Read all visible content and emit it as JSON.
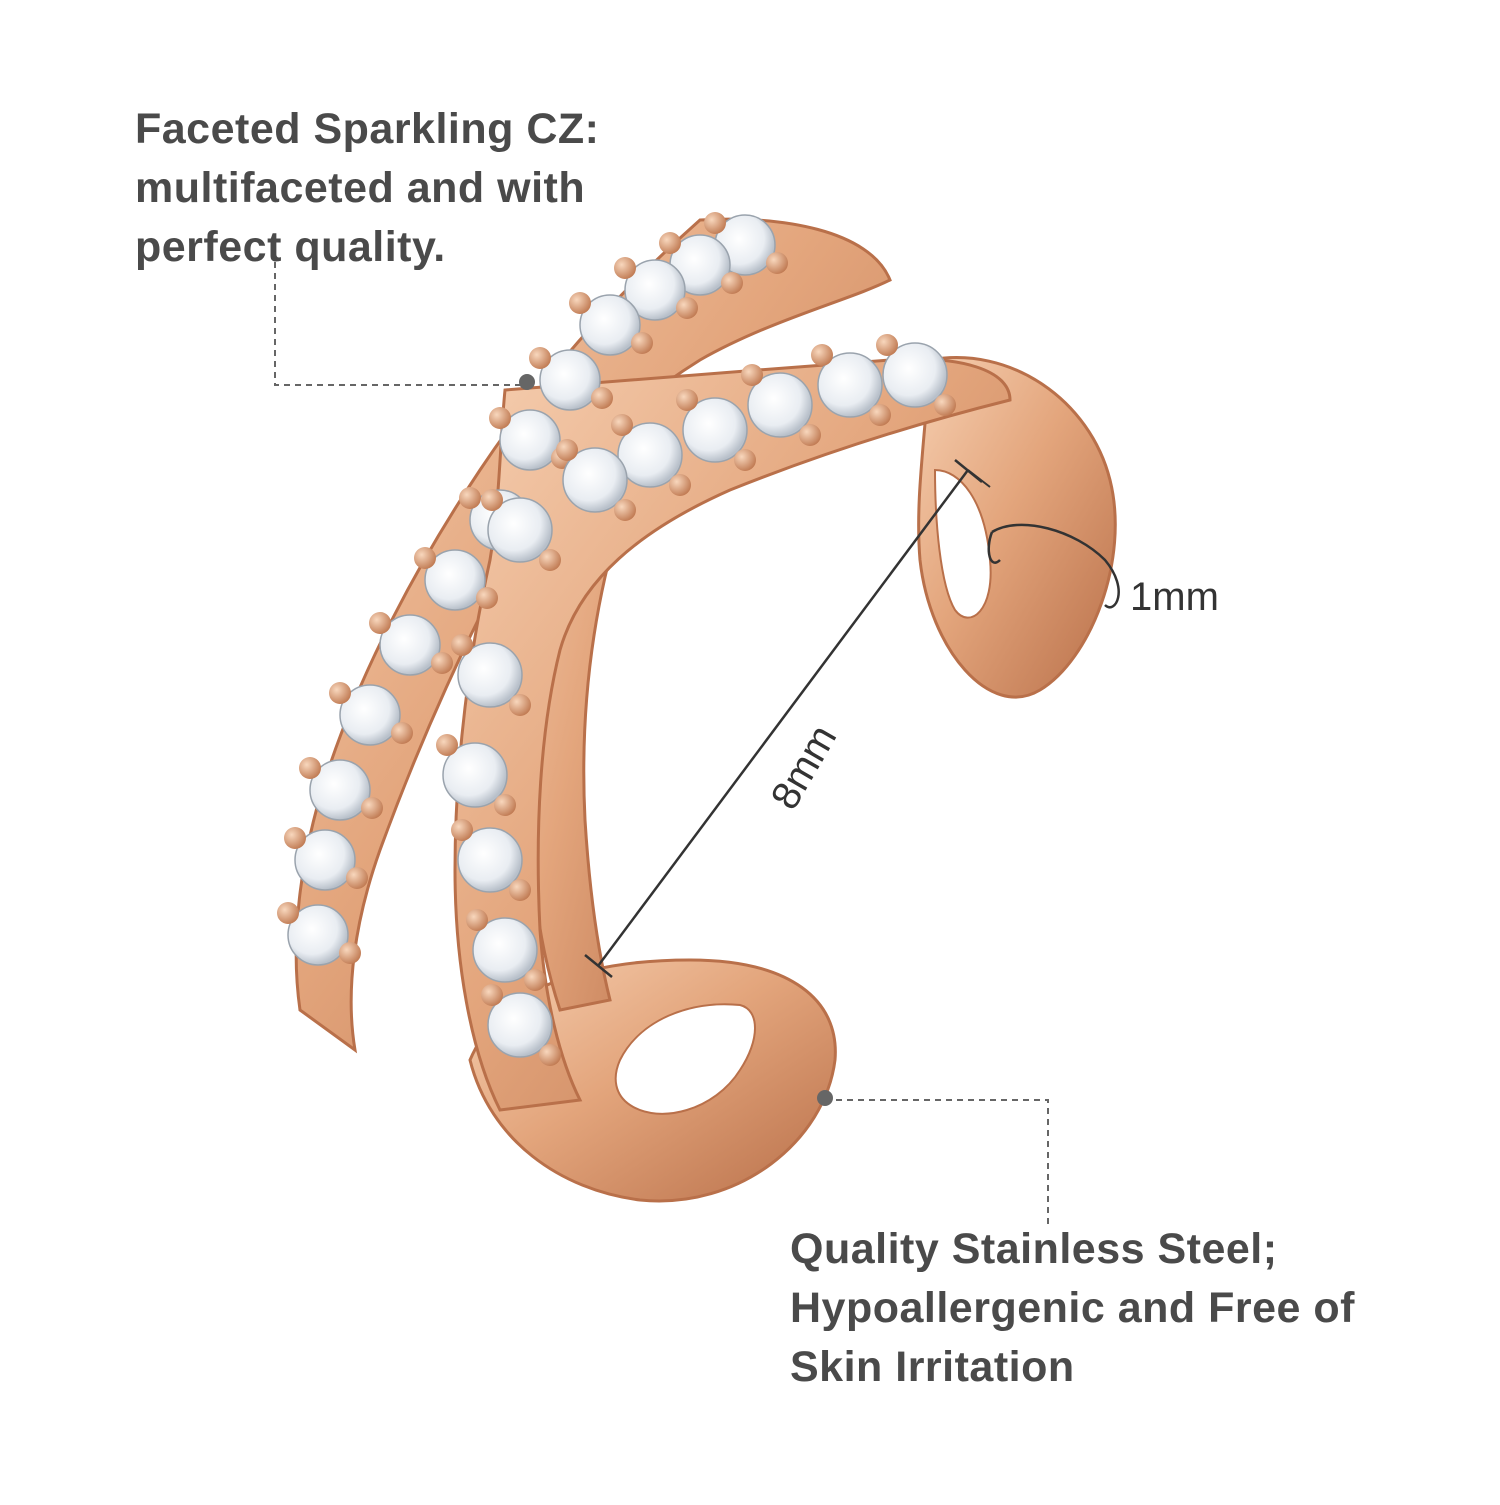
{
  "callouts": {
    "cz": {
      "lines": [
        "Faceted Sparkling CZ:",
        "multifaceted and with",
        "perfect quality."
      ]
    },
    "steel": {
      "lines": [
        "Quality Stainless Steel;",
        "Hypoallergenic and Free of",
        "Skin Irritation"
      ]
    }
  },
  "dimensions": {
    "band_width": "1mm",
    "ring_length": "8mm"
  },
  "colors": {
    "metal": "#e3a57c",
    "metal_dark": "#b9704a",
    "metal_light": "#f6cfb1",
    "stone": "#f2f4f7",
    "text": "#4a4a4a",
    "leader": "#666666"
  }
}
